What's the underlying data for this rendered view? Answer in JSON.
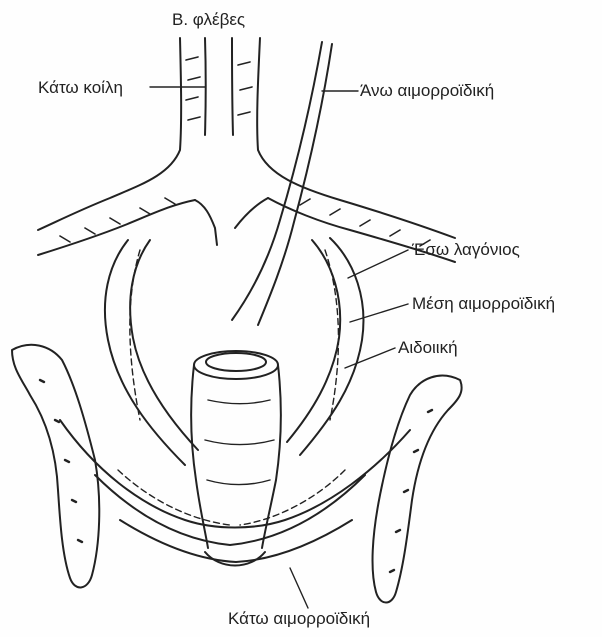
{
  "labels": {
    "great_veins": "Β. φλέβες",
    "inferior_cava": "Κάτω κοίλη",
    "superior_hemorrhoidal": "Άνω αιμορροϊδική",
    "internal_iliac": "Έσω λαγόνιος",
    "middle_hemorrhoidal": "Μέση αιμορροϊδική",
    "pudendal": "Αιδοιική",
    "inferior_hemorrhoidal": "Κάτω αιμορροϊδική"
  },
  "colors": {
    "ink": "#222222",
    "paper": "#fefefe"
  }
}
